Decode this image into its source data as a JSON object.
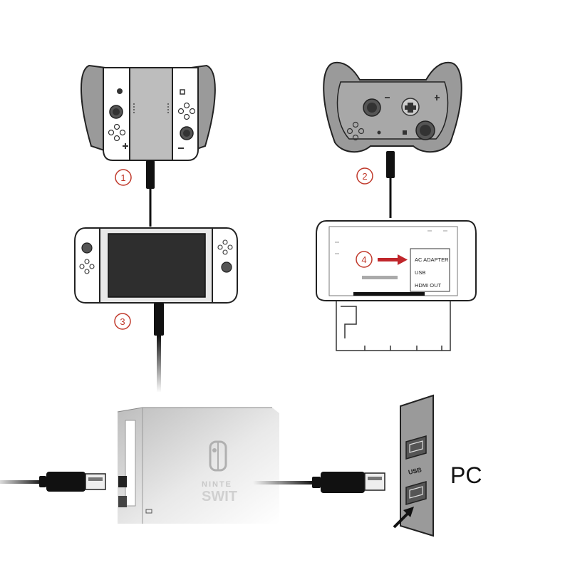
{
  "steps": {
    "step1": "1",
    "step2": "2",
    "step3": "3",
    "step4": "4"
  },
  "dock_back_ports": {
    "ac_adapter": "AC ADAPTER",
    "usb": "USB",
    "hdmi_out": "HDMI OUT"
  },
  "dock_logo": {
    "line1": "NINTE",
    "line2": "SWIT"
  },
  "pc_port_label": "USB",
  "pc_label": "PC",
  "colors": {
    "step_circle": "#c0392b",
    "arrow_red": "#c0262b",
    "cable": "#111111",
    "controller_gray": "#9a9a9a"
  }
}
